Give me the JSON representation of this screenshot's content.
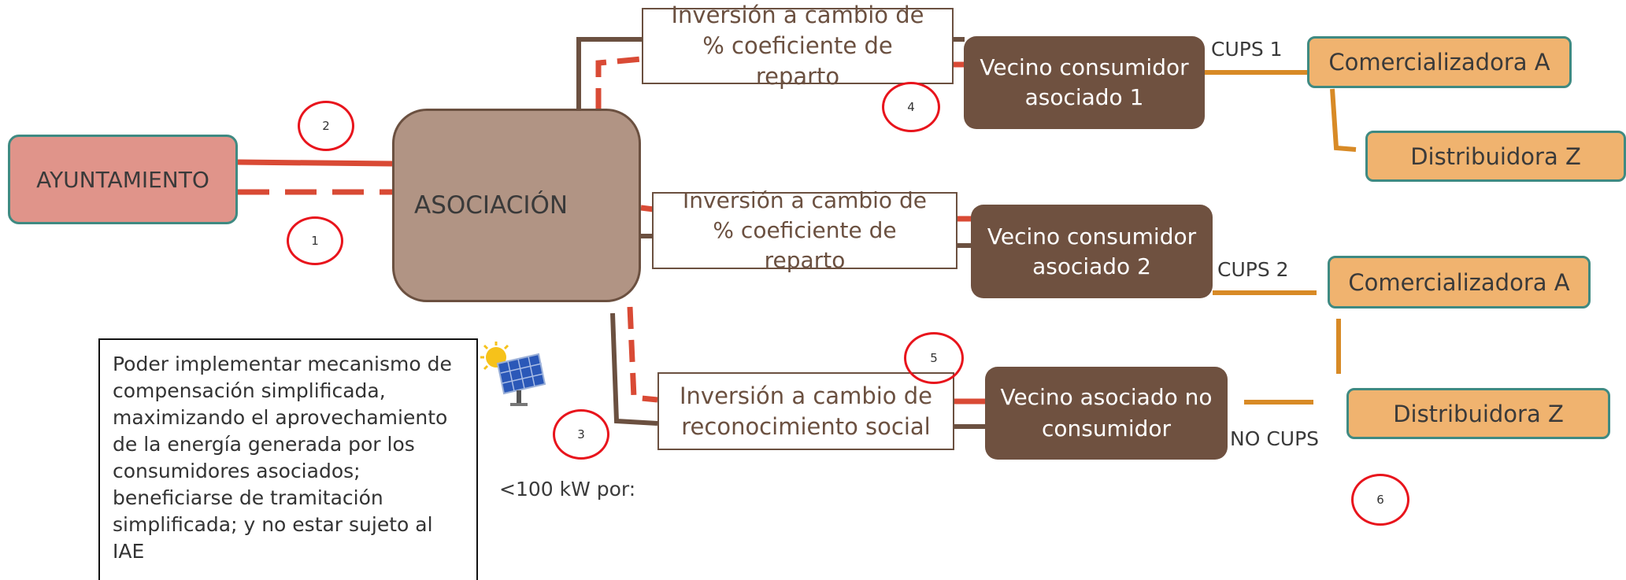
{
  "nodes": {
    "ayuntamiento": "AYUNTAMIENTO",
    "asociacion": "ASOCIACIÓN",
    "inv1": "Inversión a cambio de % coeficiente de reparto",
    "inv2": "Inversión a cambio de % coeficiente de reparto",
    "inv3": "Inversión a cambio de reconocimiento social",
    "vecino1": "Vecino consumidor asociado 1",
    "vecino2": "Vecino consumidor asociado 2",
    "vecino3": "Vecino asociado no consumidor",
    "com1": "Comercializadora A",
    "dist1": "Distribuidora Z",
    "com2": "Comercializadora A",
    "dist2": "Distribuidora Z"
  },
  "labels": {
    "cups1": "CUPS 1",
    "cups2": "CUPS 2",
    "nocups": "NO CUPS",
    "power": "<100 kW por:"
  },
  "markers": [
    "1",
    "2",
    "3",
    "4",
    "5",
    "6"
  ],
  "note": "Poder implementar mecanismo de compensación simplificada, maximizando el aprovechamiento de la energía generada por los consumidores asociados; beneficiarse de tramitación simplificada; y no estar sujeto al IAE",
  "icons": [
    "solar-panel-icon"
  ],
  "colors": {
    "ayuntamiento_fill": "#e0948a",
    "asociacion_fill": "#b19484",
    "vecino_fill": "#6f5140",
    "orange_fill": "#f0b36f",
    "teal_border": "#3f8a82",
    "brown_line": "#6b5040",
    "red_dash": "#d94a35",
    "orange_line": "#d88a26",
    "marker_red": "#e8141c"
  }
}
